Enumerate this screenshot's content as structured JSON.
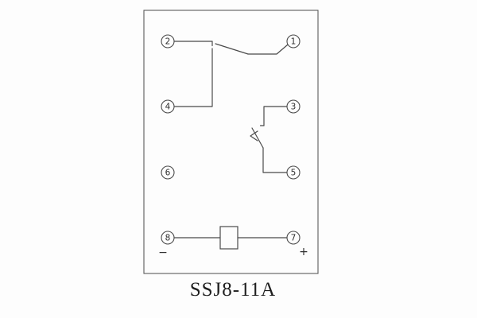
{
  "diagram": {
    "caption": "SSJ8-11A",
    "terminals": {
      "t1": "1",
      "t2": "2",
      "t3": "3",
      "t4": "4",
      "t5": "5",
      "t6": "6",
      "t7": "7",
      "t8": "8"
    },
    "polarity": {
      "minus": "−",
      "plus": "+"
    },
    "colors": {
      "line": "#4a4a4a",
      "background": "#fdfdfd",
      "text": "#1e1e1e"
    }
  }
}
